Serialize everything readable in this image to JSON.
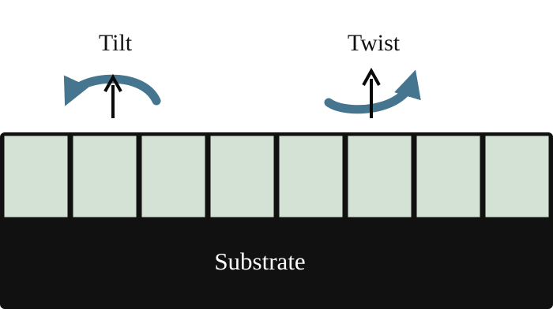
{
  "labels": {
    "tilt": "Tilt",
    "twist": "Twist",
    "substrate": "Substrate"
  },
  "icons": {
    "tilt_rotation": "curved-arrow-icon",
    "tilt_axis": "up-arrow-icon",
    "twist_rotation": "curved-arrow-icon",
    "twist_axis": "up-arrow-icon"
  },
  "grains": {
    "count": 8
  },
  "colors": {
    "background": "#ffffff",
    "substrate": "#111111",
    "grain_fill": "#d3e2d4",
    "grain_border": "#111111",
    "rotation_arrow": "#46758f",
    "axis_arrow": "#0a0a0a",
    "substrate_text": "#ffffff",
    "label_text": "#111111"
  }
}
